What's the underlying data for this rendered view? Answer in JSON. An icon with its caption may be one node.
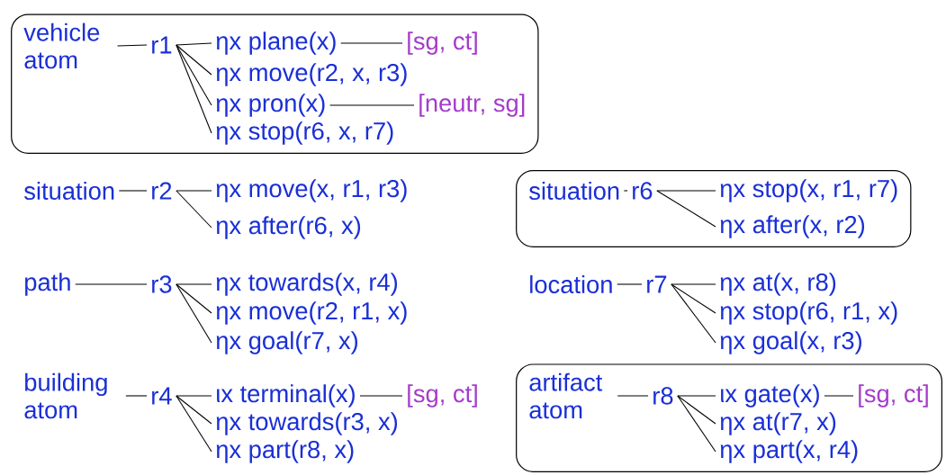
{
  "diagram": {
    "nodes": [
      {
        "text": [],
        "shape": "box"
      },
      {
        "text": [
          "vehicle atom"
        ],
        "in": 0
      },
      {
        "text": [
          "r1"
        ],
        "in": 0
      },
      {
        "text": [
          "ηx plane(x)"
        ],
        "in": 0
      },
      {
        "text": [
          "[sg, ct]"
        ],
        "in": 0
      },
      {
        "text": [
          "ηx move(r2, x, r3)"
        ],
        "in": 0
      },
      {
        "text": [
          "ηx pron(x)"
        ],
        "in": 0
      },
      {
        "text": [
          "[neutr, sg]"
        ],
        "in": 0
      },
      {
        "text": [
          "ηx stop(r6, x, r7)"
        ],
        "in": 0
      },
      {
        "text": [
          "situation"
        ]
      },
      {
        "text": [
          "r2"
        ]
      },
      {
        "text": [
          "ηx move(x, r1, r3)"
        ]
      },
      {
        "text": [
          "ηx after(r6, x)"
        ]
      },
      {
        "text": [],
        "shape": "box"
      },
      {
        "text": [
          "situation"
        ],
        "in": 13
      },
      {
        "text": [
          "r6"
        ],
        "in": 13
      },
      {
        "text": [
          "ηx stop(x, r1, r7)"
        ],
        "in": 13
      },
      {
        "text": [
          "ηx after(x, r2)"
        ],
        "in": 13
      },
      {
        "text": [
          "path"
        ]
      },
      {
        "text": [
          "r3"
        ]
      },
      {
        "text": [
          "ηx towards(x, r4)"
        ]
      },
      {
        "text": [
          "ηx move(r2, r1, x)"
        ]
      },
      {
        "text": [
          "ηx goal(r7, x)"
        ]
      },
      {
        "text": [
          "location"
        ]
      },
      {
        "text": [
          "r7"
        ]
      },
      {
        "text": [
          "ηx at(x, r8)"
        ]
      },
      {
        "text": [
          "ηx stop(r6, r1, x)"
        ]
      },
      {
        "text": [
          "ηx goal(x, r3)"
        ]
      },
      {
        "text": [
          "building atom"
        ]
      },
      {
        "text": [
          "r4"
        ]
      },
      {
        "text": [
          "ιx terminal(x)"
        ]
      },
      {
        "text": [
          "[sg, ct]"
        ]
      },
      {
        "text": [
          "ηx towards(r3, x)"
        ]
      },
      {
        "text": [
          "ηx part(r8, x)"
        ]
      },
      {
        "text": [],
        "shape": "box"
      },
      {
        "text": [
          "artifact atom"
        ],
        "in": 34
      },
      {
        "text": [
          "r8"
        ],
        "in": 34
      },
      {
        "text": [
          "ιx gate(x)"
        ],
        "in": 34
      },
      {
        "text": [
          "[sg, ct]"
        ],
        "in": 34
      },
      {
        "text": [
          "ηx at(r7, x)"
        ],
        "in": 34
      },
      {
        "text": [
          "ηx part(x, r4)"
        ],
        "in": 34
      }
    ],
    "edges": [
      {
        "from": 1,
        "to": 2,
        "arrow": "none"
      },
      {
        "from": 2,
        "to": 3,
        "arrow": "none"
      },
      {
        "from": 2,
        "to": 5,
        "arrow": "none"
      },
      {
        "from": 2,
        "to": 6,
        "arrow": "none"
      },
      {
        "from": 2,
        "to": 8,
        "arrow": "none"
      },
      {
        "from": 3,
        "to": 4,
        "arrow": "none"
      },
      {
        "from": 6,
        "to": 7,
        "arrow": "none"
      },
      {
        "from": 9,
        "to": 10,
        "arrow": "none"
      },
      {
        "from": 10,
        "to": 11,
        "arrow": "none"
      },
      {
        "from": 10,
        "to": 12,
        "arrow": "none"
      },
      {
        "from": 14,
        "to": 15,
        "arrow": "none"
      },
      {
        "from": 15,
        "to": 16,
        "arrow": "none"
      },
      {
        "from": 15,
        "to": 17,
        "arrow": "none"
      },
      {
        "from": 18,
        "to": 19,
        "arrow": "none"
      },
      {
        "from": 19,
        "to": 20,
        "arrow": "none"
      },
      {
        "from": 19,
        "to": 21,
        "arrow": "none"
      },
      {
        "from": 19,
        "to": 22,
        "arrow": "none"
      },
      {
        "from": 23,
        "to": 24,
        "arrow": "none"
      },
      {
        "from": 24,
        "to": 25,
        "arrow": "none"
      },
      {
        "from": 24,
        "to": 26,
        "arrow": "none"
      },
      {
        "from": 24,
        "to": 27,
        "arrow": "none"
      },
      {
        "from": 28,
        "to": 29,
        "arrow": "none"
      },
      {
        "from": 29,
        "to": 30,
        "arrow": "none"
      },
      {
        "from": 29,
        "to": 32,
        "arrow": "none"
      },
      {
        "from": 29,
        "to": 33,
        "arrow": "none"
      },
      {
        "from": 30,
        "to": 31,
        "arrow": "none"
      },
      {
        "from": 35,
        "to": 36,
        "arrow": "none"
      },
      {
        "from": 36,
        "to": 37,
        "arrow": "none"
      },
      {
        "from": 36,
        "to": 39,
        "arrow": "none"
      },
      {
        "from": 36,
        "to": 40,
        "arrow": "none"
      },
      {
        "from": 37,
        "to": 38,
        "arrow": "none"
      }
    ]
  }
}
